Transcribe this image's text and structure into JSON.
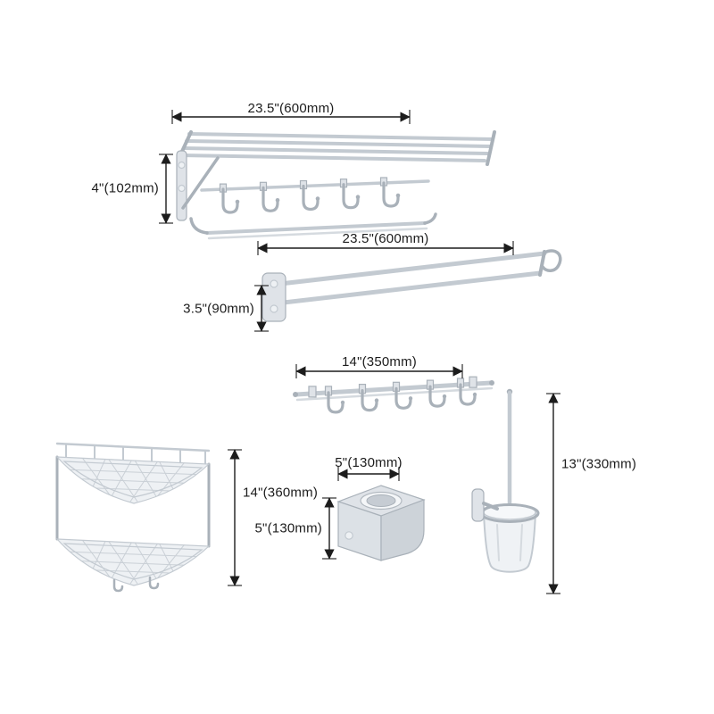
{
  "diagram": {
    "towel_shelf": {
      "width": "23.5\"(600mm)",
      "height": "4\"(102mm)"
    },
    "towel_bar": {
      "width": "23.5\"(600mm)",
      "height": "3.5\"(90mm)"
    },
    "hook_rail": {
      "width": "14\"(350mm)"
    },
    "corner_shelf": {
      "height": "14\"(360mm)"
    },
    "paper_holder": {
      "width": "5\"(130mm)",
      "height": "5\"(130mm)"
    },
    "toilet_brush": {
      "height": "13\"(330mm)"
    }
  },
  "colors": {
    "dim": "#1c1c1c",
    "metal_dark": "#a9b1b9",
    "metal_mid": "#c3cad1",
    "metal_light": "#dfe3e8",
    "metal_fill": "#eef1f4",
    "background": "#ffffff"
  }
}
